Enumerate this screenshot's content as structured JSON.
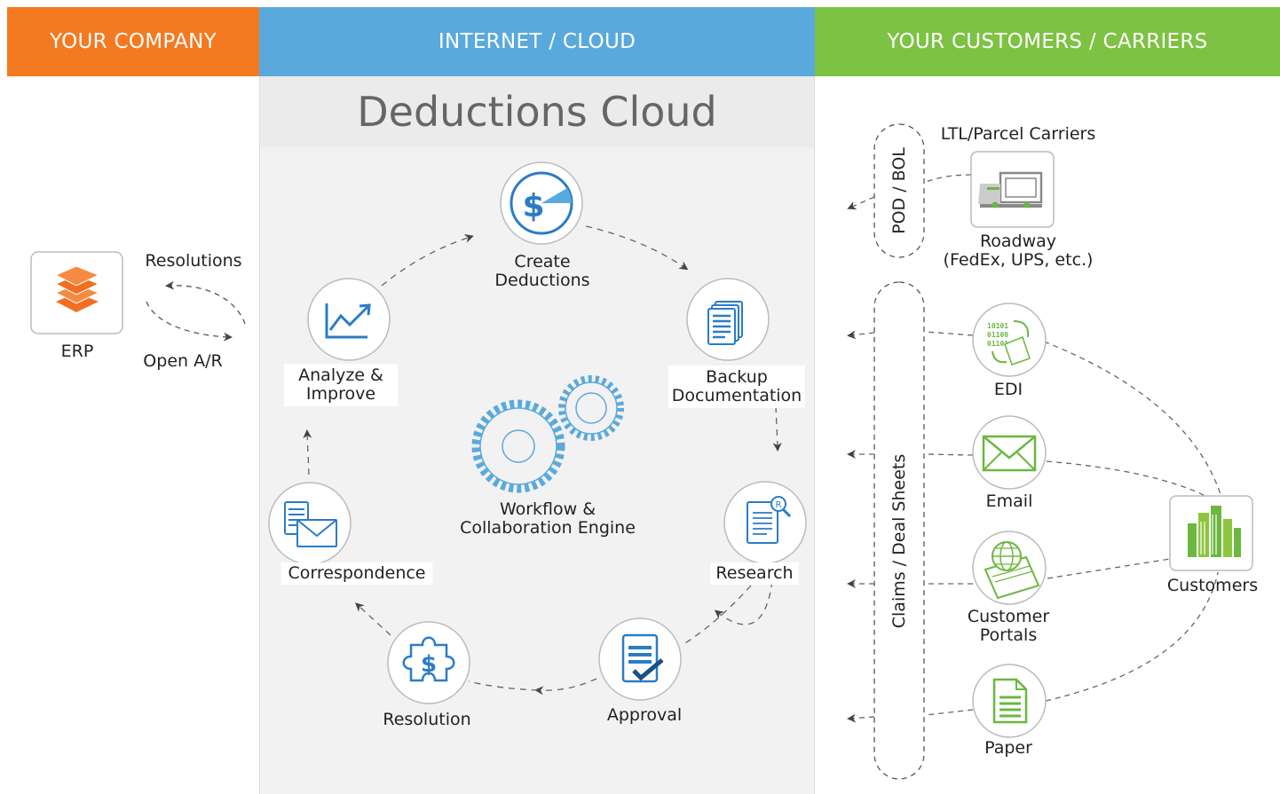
{
  "headers": {
    "company": "YOUR COMPANY",
    "cloud": "INTERNET / CLOUD",
    "customers": "YOUR CUSTOMERS / CARRIERS"
  },
  "colors": {
    "company": "#f47920",
    "cloud": "#5aa9dc",
    "customers": "#7dc242",
    "cloud_bg": "#f2f2f2",
    "icon_blue": "#2a7cc7",
    "icon_green": "#6ab83f",
    "icon_orange": "#f26f21"
  },
  "cloud_title": "Deductions Cloud",
  "erp": {
    "label": "ERP",
    "resolutions": "Resolutions",
    "open_ar": "Open A/R"
  },
  "cycle": {
    "create": [
      "Create",
      "Deductions"
    ],
    "backup": [
      "Backup",
      "Documentation"
    ],
    "research": "Research",
    "approval": "Approval",
    "resolution": "Resolution",
    "correspondence": "Correspondence",
    "analyze": [
      "Analyze &",
      "Improve"
    ]
  },
  "engine": [
    "Workflow &",
    "Collaboration Engine"
  ],
  "carriers": {
    "title": "LTL/Parcel Carriers",
    "roadway": [
      "Roadway",
      "(FedEx, UPS, etc.)"
    ],
    "pod_bol": "POD / BOL"
  },
  "claims": "Claims / Deal Sheets",
  "channels": {
    "edi": "EDI",
    "email": "Email",
    "portals": [
      "Customer",
      "Portals"
    ],
    "paper": "Paper"
  },
  "edi_code": [
    "10101",
    "01100",
    "01101"
  ],
  "customers": "Customers"
}
